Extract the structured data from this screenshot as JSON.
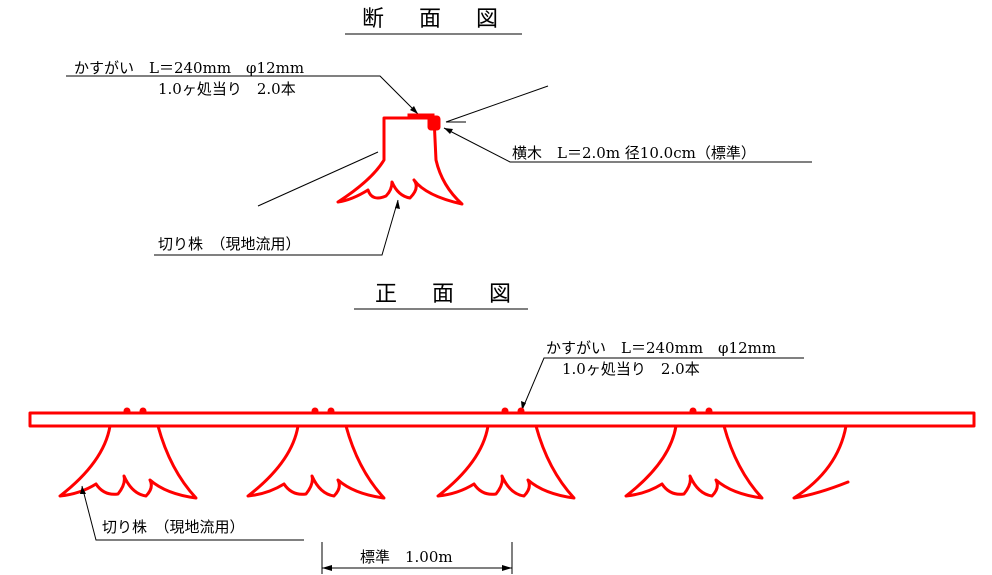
{
  "section_view": {
    "title": "断 面 図",
    "kasugai_line1": "かすがい　L＝240mm　φ12mm",
    "kasugai_line2": "1.0ヶ処当り　2.0本",
    "yokogi_label": "横木　L＝2.0m 径10.0cm（標準）",
    "stump_label": "切り株　（現地流用）"
  },
  "front_view": {
    "title": "正 面 図",
    "kasugai_line1": "かすがい　L＝240mm　φ12mm",
    "kasugai_line2": "1.0ヶ処当り　2.0本",
    "stump_label": "切り株　（現地流用）",
    "spacing_label": "標準　1.00m"
  },
  "colors": {
    "member": "#ff0000",
    "annotation": "#000000"
  }
}
